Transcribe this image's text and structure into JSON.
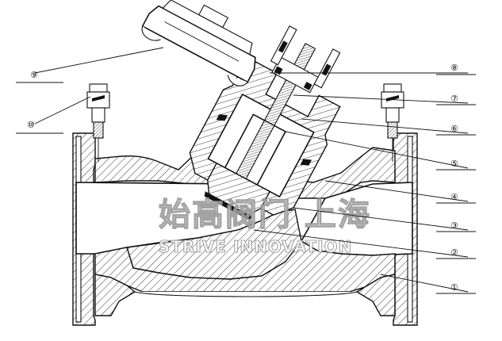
{
  "watermark": {
    "chinese": "始高阀门 上海",
    "english": "STRIVE INNOVATION"
  },
  "callouts": [
    {
      "id": "1",
      "label": "①"
    },
    {
      "id": "2",
      "label": "②"
    },
    {
      "id": "3",
      "label": "③"
    },
    {
      "id": "4",
      "label": "④"
    },
    {
      "id": "5",
      "label": "⑤"
    },
    {
      "id": "6",
      "label": "⑥"
    },
    {
      "id": "7",
      "label": "⑦"
    },
    {
      "id": "8",
      "label": "⑧"
    },
    {
      "id": "9",
      "label": "⑨"
    },
    {
      "id": "10",
      "label": "⑩"
    }
  ]
}
